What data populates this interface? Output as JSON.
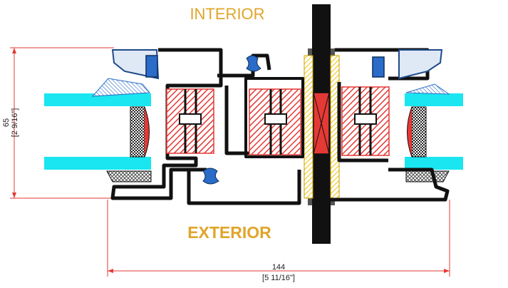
{
  "labels": {
    "interior": "INTERIOR",
    "exterior": "EXTERIOR"
  },
  "dimensions": {
    "height": {
      "value": "65",
      "imperial": "[2 9/16\"]"
    },
    "width": {
      "value": "144",
      "imperial": "[5 11/16\"]"
    }
  },
  "colors": {
    "profile_outline": "#111111",
    "thermal_break": "#e53935",
    "glass": "#19e6f0",
    "gasket_blue": "#2a6cc8",
    "spacer_yellow": "#f2c200",
    "dimension_line": "#e53935",
    "label_color": "#e0a52a"
  }
}
